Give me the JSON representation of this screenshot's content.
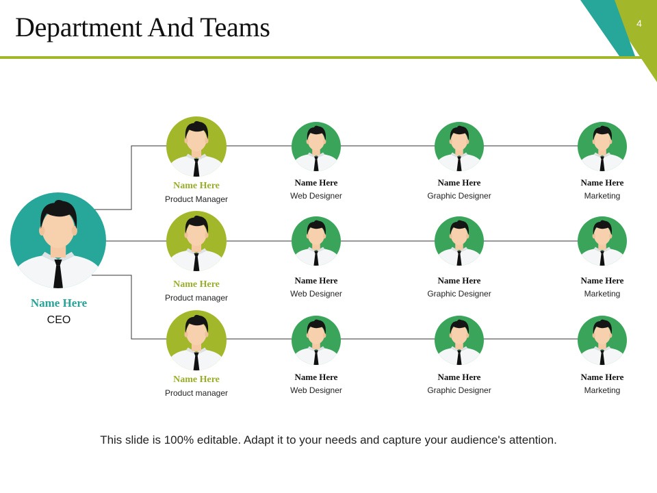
{
  "slide": {
    "title": "Department And Teams",
    "page_number": "4",
    "footer": "This slide is 100% editable. Adapt it to your needs and capture your audience's attention."
  },
  "colors": {
    "accent_lime": "#a3b72a",
    "accent_teal": "#27a79a",
    "team_green": "#3aa55a"
  },
  "avatar_icon": "person-with-tie-icon",
  "ceo": {
    "name": "Name Here",
    "role": "CEO"
  },
  "rows": [
    {
      "manager": {
        "name": "Name Here",
        "role": "Product Manager"
      },
      "members": [
        {
          "name": "Name Here",
          "role": "Web Designer"
        },
        {
          "name": "Name Here",
          "role": "Graphic Designer"
        },
        {
          "name": "Name Here",
          "role": "Marketing"
        }
      ]
    },
    {
      "manager": {
        "name": "Name Here",
        "role": "Product manager"
      },
      "members": [
        {
          "name": "Name Here",
          "role": "Web Designer"
        },
        {
          "name": "Name Here",
          "role": "Graphic Designer"
        },
        {
          "name": "Name Here",
          "role": "Marketing"
        }
      ]
    },
    {
      "manager": {
        "name": "Name Here",
        "role": "Product manager"
      },
      "members": [
        {
          "name": "Name Here",
          "role": "Web Designer"
        },
        {
          "name": "Name Here",
          "role": "Graphic Designer"
        },
        {
          "name": "Name Here",
          "role": "Marketing"
        }
      ]
    }
  ]
}
